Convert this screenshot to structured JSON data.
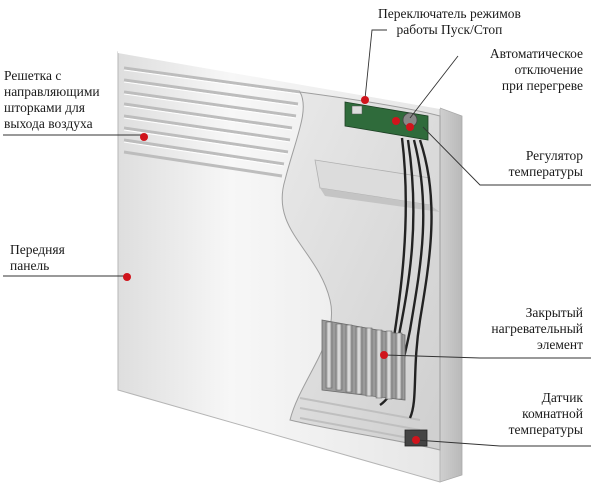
{
  "colors": {
    "marker": "#d0141c",
    "leader": "#333333",
    "panel": "#f2f2f2",
    "wire": "#222222"
  },
  "callouts": {
    "mode_switch": {
      "lines": [
        "Переключатель режимов",
        "работы Пуск/Стоп"
      ]
    },
    "auto_shutoff": {
      "lines": [
        "Автоматическое",
        "отключение",
        "при перегреве"
      ]
    },
    "grille": {
      "lines": [
        "Решетка с",
        "направляющими",
        "шторками для",
        "выхода воздуха"
      ]
    },
    "temp_regulator": {
      "lines": [
        "Регулятор",
        "температуры"
      ]
    },
    "front_panel": {
      "lines": [
        "Передняя",
        "панель"
      ]
    },
    "heating_element": {
      "lines": [
        "Закрытый",
        "нагревательный",
        "элемент"
      ]
    },
    "room_sensor": {
      "lines": [
        "Датчик",
        "комнатной",
        "температуры"
      ]
    }
  }
}
